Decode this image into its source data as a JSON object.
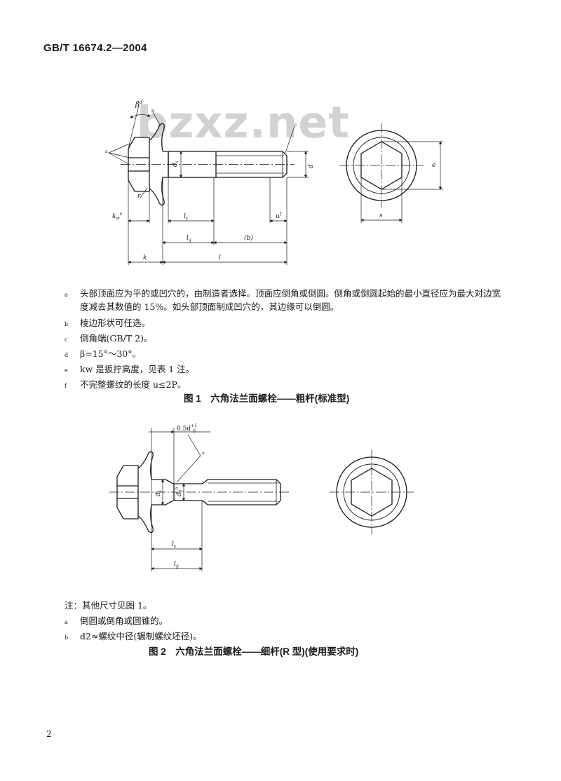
{
  "header": {
    "standard_code": "GB/T 16674.2—2004"
  },
  "watermark": "bzxz.net",
  "figure1": {
    "labels": {
      "beta": "β",
      "beta_sup": "d",
      "a": "a",
      "b": "b",
      "c": "c",
      "ds": "d",
      "ds_sub": "s",
      "d": "d",
      "e": "e",
      "s": "s",
      "ls": "l",
      "ls_sub": "s",
      "lg": "l",
      "lg_sub": "g",
      "b_len": "(b)",
      "l": "l",
      "k": "k",
      "kw": "k",
      "kw_sub": "w",
      "kw_sup": "e",
      "u": "u",
      "u_sup": "f",
      "r": "r"
    },
    "notes": [
      {
        "marker": "a",
        "lines": [
          "头部顶面应为平的或凹穴的，由制造者选择。顶面应倒角或倒圆。倒角或倒圆起始的最小直径应为最大对边宽",
          "度减去其数值的 15%。如头部顶面制成凹穴的，其边缘可以倒圆。"
        ]
      },
      {
        "marker": "b",
        "lines": [
          "棱边形状可任选。"
        ]
      },
      {
        "marker": "c",
        "lines": [
          "倒角端(GB/T 2)。"
        ]
      },
      {
        "marker": "d",
        "lines": [
          "β=15°～30°。"
        ]
      },
      {
        "marker": "e",
        "lines": [
          "kw 是扳拧高度，见表 1 注。"
        ]
      },
      {
        "marker": "f",
        "lines": [
          "不完整螺纹的长度 u≤2P。"
        ]
      }
    ],
    "caption": "图 1　六角法兰面螺栓——粗杆(标准型)"
  },
  "figure2": {
    "labels": {
      "dim_top": "0.5d",
      "dim_top_sup": "+1",
      "dim_top_sub": "0",
      "a": "a",
      "ds": "d",
      "ds_sub": "s",
      "d2": "d",
      "d2_sub": "2",
      "d2_sup": "b",
      "ls": "l",
      "ls_sub": "s",
      "lg": "l",
      "lg_sub": "g"
    },
    "notes_intro": "注：其他尺寸见图 1。",
    "notes": [
      {
        "marker": "a",
        "lines": [
          "倒圆或倒角或圆锥的。"
        ]
      },
      {
        "marker": "b",
        "lines": [
          "d2≈螺纹中径(辗制螺纹坯径)。"
        ]
      }
    ],
    "caption": "图 2　六角法兰面螺栓——细杆(R 型)(使用要求时)"
  },
  "page_number": "2"
}
